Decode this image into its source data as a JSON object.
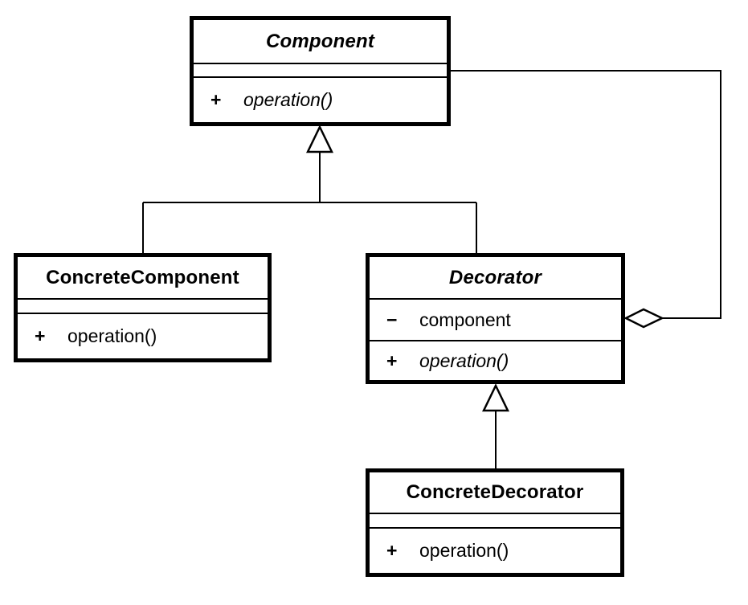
{
  "diagram": {
    "kind": "uml-class-diagram",
    "colors": {
      "line": "#000000",
      "background": "#ffffff",
      "box_fill": "#ffffff"
    },
    "classes": {
      "component": {
        "name": "Component",
        "methods": [
          {
            "visibility": "+",
            "signature": "operation()"
          }
        ]
      },
      "concrete_component": {
        "name": "ConcreteComponent",
        "methods": [
          {
            "visibility": "+",
            "signature": "operation()"
          }
        ]
      },
      "decorator": {
        "name": "Decorator",
        "attributes": [
          {
            "visibility": "−",
            "name": "component"
          }
        ],
        "methods": [
          {
            "visibility": "+",
            "signature": "operation()"
          }
        ]
      },
      "concrete_decorator": {
        "name": "ConcreteDecorator",
        "methods": [
          {
            "visibility": "+",
            "signature": "operation()"
          }
        ]
      }
    },
    "relationships": [
      {
        "type": "generalization",
        "from": "ConcreteComponent",
        "to": "Component"
      },
      {
        "type": "generalization",
        "from": "Decorator",
        "to": "Component"
      },
      {
        "type": "generalization",
        "from": "ConcreteDecorator",
        "to": "Decorator"
      },
      {
        "type": "aggregation",
        "whole": "Decorator",
        "part": "Component"
      }
    ]
  }
}
